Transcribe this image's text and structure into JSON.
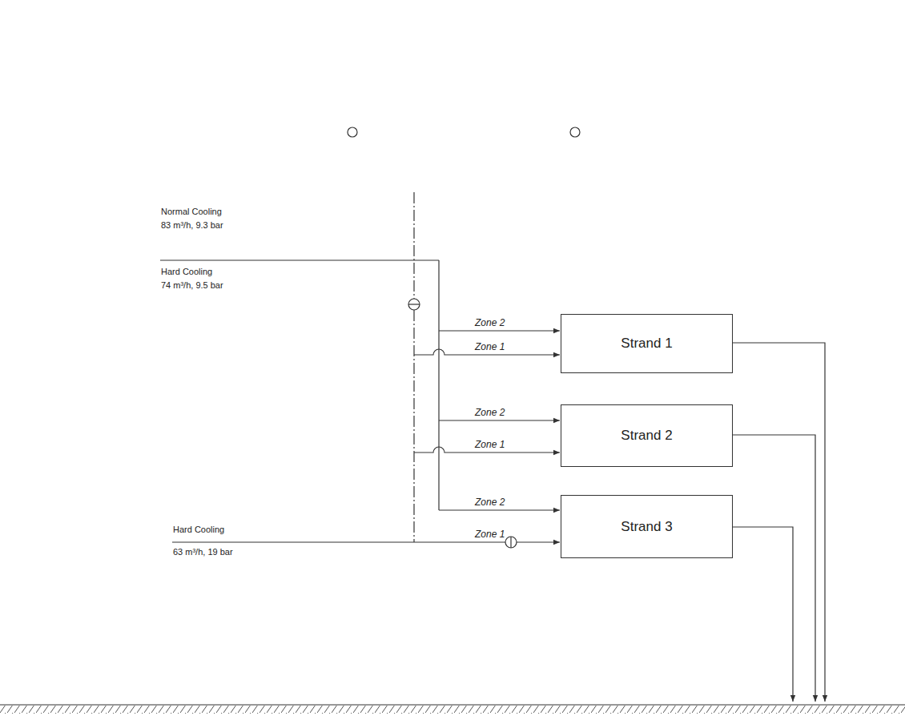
{
  "diagram": {
    "nodes": [
      {
        "text": [
          "Strand 1"
        ]
      },
      {
        "text": [
          "Strand 2"
        ]
      },
      {
        "text": [
          "Strand 3"
        ]
      }
    ],
    "labels": [
      "Normal Cooling",
      "83 m³/h, 9.3 bar",
      "Hard Cooling",
      "74 m³/h, 9.5 bar",
      "Zone 2",
      "Zone 1",
      "Zone 2",
      "Zone 1",
      "Zone 2",
      "Zone 1",
      "Hard Cooling",
      "63 m³/h, 19 bar"
    ]
  }
}
